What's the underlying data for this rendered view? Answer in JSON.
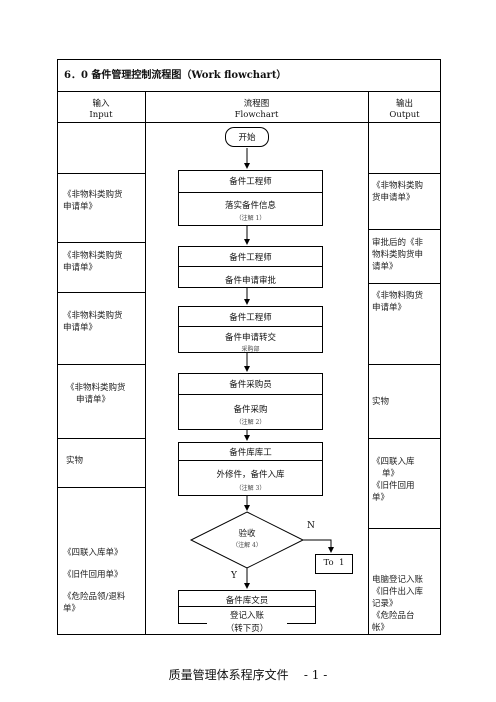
{
  "title": "6．0 备件管理控制流程图（Work flowchart）",
  "headers": {
    "input": {
      "zh": "输入",
      "en": "Input"
    },
    "flow": {
      "zh": "流程图",
      "en": "Flowchart"
    },
    "output": {
      "zh": "输出",
      "en": "Output"
    }
  },
  "start_label": "开始",
  "inputs": [
    {
      "line1": "《非物料类购货",
      "line2": "申请单》"
    },
    {
      "line1": "《非物料类购货",
      "line2": "申请单》"
    },
    {
      "line1": "《非物料类购货",
      "line2": "申请单》"
    },
    {
      "line1": "《非物料类购货",
      "line2": "申请单》"
    },
    {
      "line1": "实物"
    },
    {
      "line1": "《四联入库单》",
      "line2": "《旧件回用单》",
      "line3": "《危险品领/退料",
      "line4": "单》"
    }
  ],
  "outputs": [
    {
      "line1": "《非物料类购",
      "line2": "货申请单》"
    },
    {
      "line1": "审批后的《非",
      "line2": "物料类购货申",
      "line3": "请单》"
    },
    {
      "line1": "《非物料购货",
      "line2": "申请单》"
    },
    {
      "line1": "实物"
    },
    {
      "line1": "《四联入库",
      "line2": "单》",
      "line3": "《旧件回用",
      "line4": "单》"
    },
    {
      "line1": "电脑登记入账",
      "line2": "《旧件出入库",
      "line3": "记录》",
      "line4": "《危险品台",
      "line5": "帐》"
    }
  ],
  "steps": [
    {
      "role": "备件工程师",
      "task": "落实备件信息",
      "note": "（注解 1）"
    },
    {
      "role": "备件工程师",
      "task": "备件申请审批"
    },
    {
      "role": "备件工程师",
      "task": "备件申请转交",
      "note": "采购部"
    },
    {
      "role": "备件采购员",
      "task": "备件采购",
      "note": "（注解 2）"
    },
    {
      "role": "备件库库工",
      "task": "外修件，备件入库",
      "note": "（注解 3）"
    }
  ],
  "decision": {
    "label": "验收",
    "note": "（注解 4）",
    "no": "N",
    "yes": "Y"
  },
  "connector": "To  1",
  "final_step": {
    "role": "备件库文员",
    "task": "登记入账"
  },
  "continue_label": "（转下页）",
  "footer": "质量管理体系程序文件    - 1 -"
}
